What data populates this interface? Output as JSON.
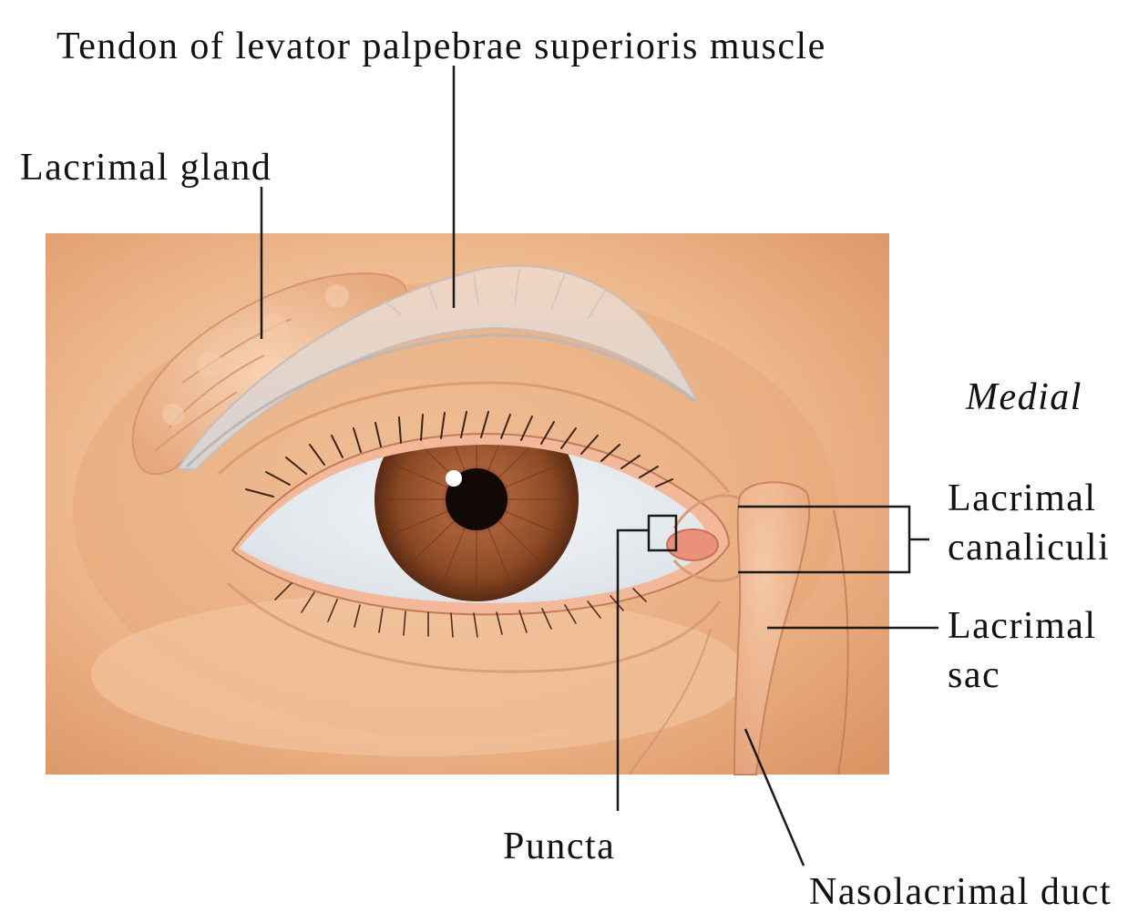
{
  "labels": {
    "tendon": "Tendon of levator palpebrae superioris muscle",
    "lacrimal_gland": "Lacrimal gland",
    "medial": "Medial",
    "lacrimal_canaliculi": [
      "Lacrimal",
      "canaliculi"
    ],
    "lacrimal_sac": [
      "Lacrimal",
      "sac"
    ],
    "puncta": "Puncta",
    "nasolacrimal_duct": "Nasolacrimal duct"
  },
  "colors": {
    "skin_light": "#f4c7a0",
    "skin_mid": "#e9a97a",
    "skin_dark": "#d88a58",
    "gland": "#f2c39e",
    "tendon": "#dcd6d2",
    "sclera": "#e9eef2",
    "iris": "#8a4a22",
    "pupil": "#120805",
    "caruncle": "#e98f78",
    "lid_margin": "#f0b394",
    "leader_line": "#1a1a1a"
  },
  "icons": [
    "eye-illustration"
  ]
}
